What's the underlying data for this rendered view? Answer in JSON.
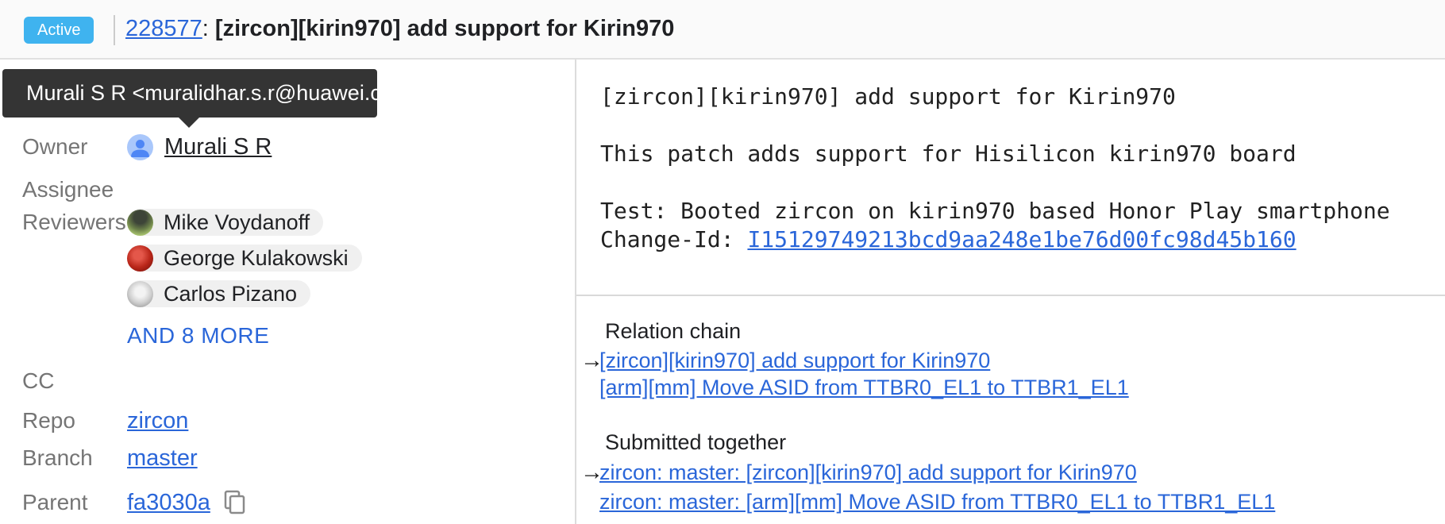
{
  "header": {
    "status_badge": "Active",
    "change_number": "228577",
    "separator": ": ",
    "title": "[zircon][kirin970] add support for Kirin970"
  },
  "tooltip": {
    "text": "Murali S R <muralidhar.s.r@huawei.com>"
  },
  "metadata": {
    "owner": {
      "label": "Owner",
      "name": "Murali S R"
    },
    "assignee": {
      "label": "Assignee"
    },
    "reviewers": {
      "label": "Reviewers",
      "chips": [
        "Mike Voydanoff",
        "George Kulakowski",
        "Carlos Pizano"
      ],
      "more_label": "AND 8 MORE"
    },
    "cc": {
      "label": "CC"
    },
    "repo": {
      "label": "Repo",
      "value": "zircon"
    },
    "branch": {
      "label": "Branch",
      "value": "master"
    },
    "parent": {
      "label": "Parent",
      "value": "fa3030a"
    }
  },
  "commit_message": {
    "line1": "[zircon][kirin970] add support for Kirin970",
    "line2": "This patch adds support for Hisilicon kirin970 board",
    "line3": "Test: Booted zircon on kirin970 based Honor Play smartphone",
    "change_id_label": "Change-Id: ",
    "change_id": "I15129749213bcd9aa248e1be76d00fc98d45b160"
  },
  "relation_chain": {
    "heading": "Relation chain",
    "links": [
      "[zircon][kirin970] add support for Kirin970",
      "[arm][mm] Move ASID from TTBR0_EL1 to TTBR1_EL1"
    ]
  },
  "submitted_together": {
    "heading": "Submitted together",
    "links": [
      "zircon: master: [zircon][kirin970] add support for Kirin970",
      "zircon: master: [arm][mm] Move ASID from TTBR0_EL1 to TTBR1_EL1"
    ]
  },
  "colors": {
    "accent_blue": "#2a66d9",
    "badge_blue": "#3fb3ef",
    "label_gray": "#757575",
    "divider_gray": "#dcdcdc",
    "tooltip_bg": "#343434"
  }
}
